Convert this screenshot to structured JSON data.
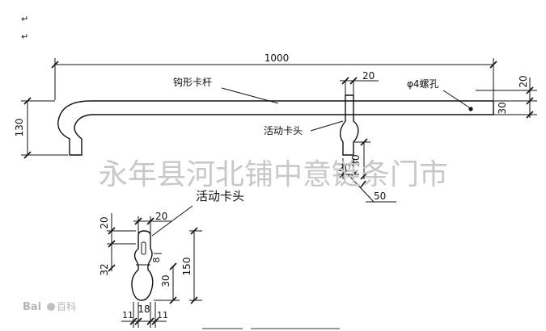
{
  "paragraph_marks": [
    "↵",
    "↵"
  ],
  "dimensions": {
    "overall_length": "1000",
    "clip_width_top": "20",
    "hole_offset": "20",
    "bar_thickness": "30",
    "end_height": "130",
    "clip_bottom_30": "30",
    "clip_bottom_20": "20",
    "clip_bottom_50": "50",
    "detail_top_20": "20",
    "detail_width_20": "20",
    "detail_32": "32",
    "detail_8": "8",
    "detail_30": "30",
    "detail_150": "150",
    "detail_18": "18",
    "detail_11_left": "11",
    "detail_11_right": "11"
  },
  "labels": {
    "hook_bar": "钩形卡杆",
    "clip_head": "活动卡头",
    "hole": "φ4螺孔",
    "detail_title": "活动卡头"
  },
  "watermark": {
    "text": "永年县河北铺中意链条门市",
    "logo_text": "Bai",
    "logo_suffix": "百科"
  }
}
